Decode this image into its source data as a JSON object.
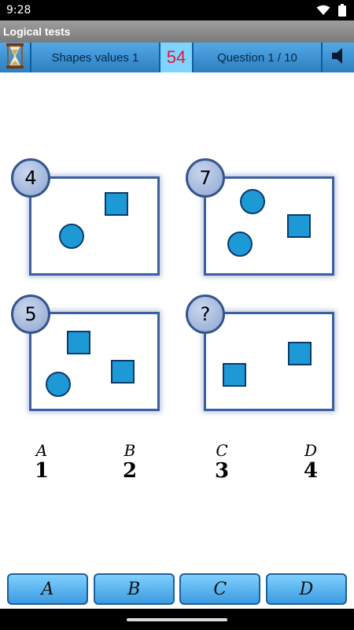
{
  "status": {
    "time": "9:28",
    "icons": [
      "wifi-icon",
      "battery-icon"
    ]
  },
  "app": {
    "title": "Logical tests"
  },
  "header": {
    "hourglass_icon": "hourglass-icon",
    "test_name": "Shapes values 1",
    "score": "54",
    "question": "Question 1 / 10",
    "sound_icon": "speaker-icon"
  },
  "puzzle": {
    "cards": [
      {
        "value": "4",
        "shapes": [
          "circle",
          "square"
        ]
      },
      {
        "value": "7",
        "shapes": [
          "circle",
          "circle",
          "square"
        ]
      },
      {
        "value": "5",
        "shapes": [
          "circle",
          "square",
          "square"
        ]
      },
      {
        "value": "?",
        "shapes": [
          "square",
          "square"
        ]
      }
    ],
    "shape_color": "#1d9ad6"
  },
  "answers": [
    {
      "letter": "A",
      "value": "1"
    },
    {
      "letter": "B",
      "value": "2"
    },
    {
      "letter": "C",
      "value": "3"
    },
    {
      "letter": "D",
      "value": "4"
    }
  ],
  "buttons": {
    "a": "A",
    "b": "B",
    "c": "C",
    "d": "D"
  }
}
